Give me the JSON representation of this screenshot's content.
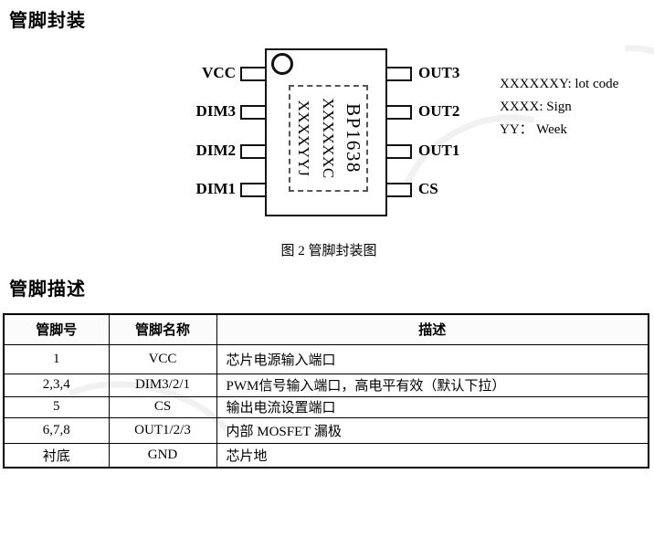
{
  "sections": {
    "package_title": "管脚封装",
    "description_title": "管脚描述"
  },
  "figure": {
    "caption": "图 2  管脚封装图"
  },
  "chip": {
    "part_number": "BP1638",
    "left_pins": [
      "VCC",
      "DIM3",
      "DIM2",
      "DIM1"
    ],
    "right_pins": [
      "OUT3",
      "OUT2",
      "OUT1",
      "CS"
    ],
    "marking_lines": [
      "BP1638",
      "XXXXXXC",
      "XXXXYYJ"
    ],
    "legend": [
      "XXXXXXY: lot code",
      "XXXX: Sign",
      "YY： Week"
    ]
  },
  "pin_table": {
    "headers": [
      "管脚号",
      "管脚名称",
      "描述"
    ],
    "rows": [
      {
        "no": "1",
        "name": "VCC",
        "desc": "芯片电源输入端口"
      },
      {
        "no": "2,3,4",
        "name": "DIM3/2/1",
        "desc": "PWM信号输入端口，高电平有效（默认下拉）"
      },
      {
        "no": "5",
        "name": "CS",
        "desc": "输出电流设置端口"
      },
      {
        "no": "6,7,8",
        "name": "OUT1/2/3",
        "desc": "内部 MOSFET 漏极"
      },
      {
        "no": "衬底",
        "name": "GND",
        "desc": "芯片地"
      }
    ]
  }
}
